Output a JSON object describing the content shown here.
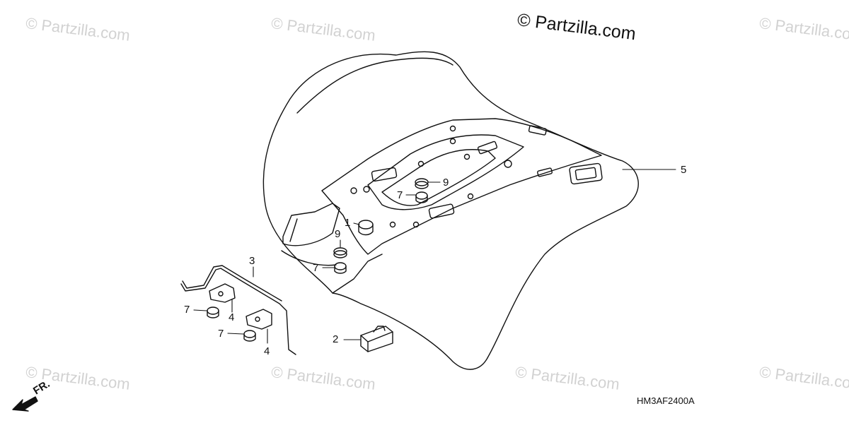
{
  "watermark_text": "© Partzilla.com",
  "copyright": "© Partzilla.com",
  "diagram_code": "HM3AF2400A",
  "front_indicator": "FR.",
  "callouts": {
    "c1": "1",
    "c2": "2",
    "c3": "3",
    "c4a": "4",
    "c4b": "4",
    "c5": "5",
    "c7a": "7",
    "c7b": "7",
    "c7c": "7",
    "c7d": "7",
    "c9a": "9",
    "c9b": "9"
  }
}
